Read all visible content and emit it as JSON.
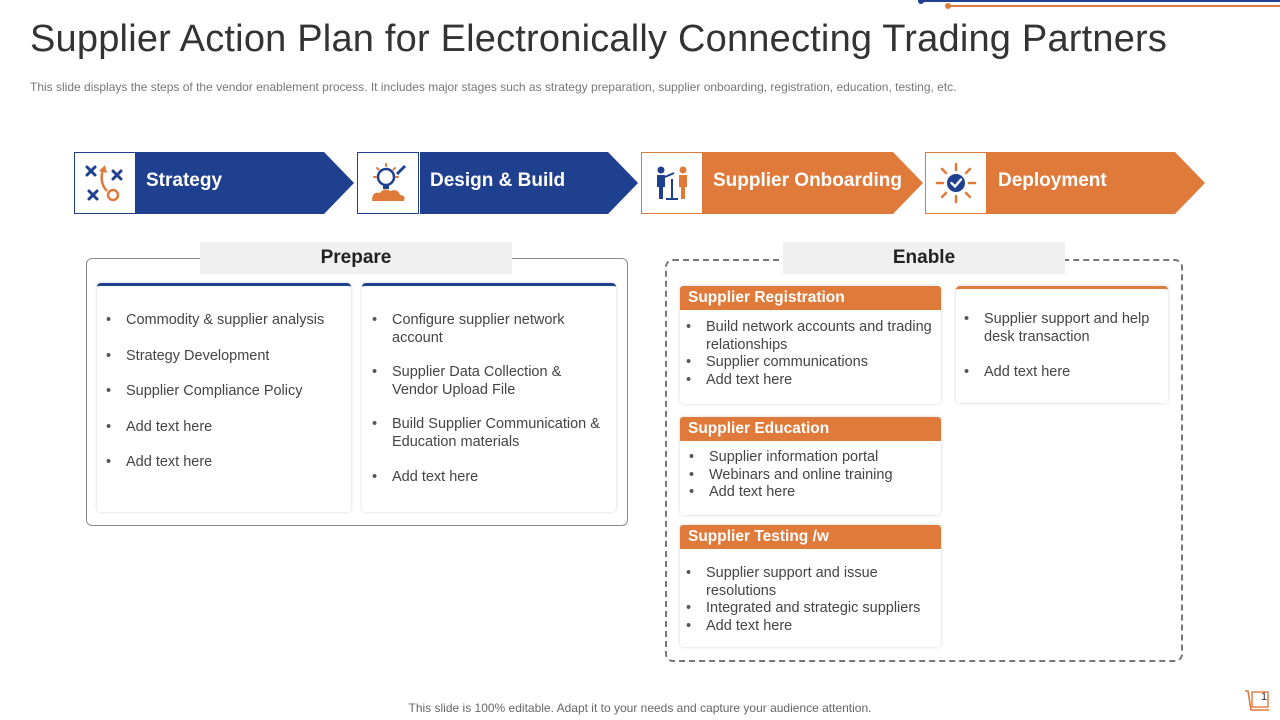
{
  "title": "Supplier Action Plan for Electronically Connecting Trading Partners",
  "subtitle": "This slide displays the steps of the vendor  enablement process. It includes major stages such as strategy preparation,  supplier onboarding, registration, education, testing, etc.",
  "colors": {
    "blue": "#1f3f8f",
    "orange": "#e07a3a"
  },
  "steps": [
    {
      "label": "Strategy",
      "icon": "strategy-icon",
      "color": "blue"
    },
    {
      "label": "Design & Build",
      "icon": "idea-bulb-icon",
      "color": "blue"
    },
    {
      "label": "Supplier Onboarding",
      "icon": "presentation-icon",
      "color": "orange"
    },
    {
      "label": "Deployment",
      "icon": "target-check-icon",
      "color": "orange"
    }
  ],
  "prepare": {
    "heading": "Prepare",
    "left_items": [
      "Commodity & supplier analysis",
      "Strategy Development",
      "Supplier Compliance Policy",
      "Add text here",
      "Add text here"
    ],
    "right_items": [
      "Configure supplier network account",
      "Supplier Data Collection & Vendor Upload File",
      "Build Supplier Communication & Education materials",
      "Add text here"
    ]
  },
  "enable": {
    "heading": "Enable",
    "registration": {
      "title": "Supplier Registration",
      "items": [
        "Build network accounts and trading relationships",
        "Supplier communications",
        "Add text here"
      ]
    },
    "education": {
      "title": "Supplier Education",
      "items": [
        "Supplier information portal",
        "Webinars and online training",
        "Add text here"
      ]
    },
    "testing": {
      "title": "Supplier Testing /w",
      "items": [
        "Supplier support and issue resolutions",
        "Integrated and strategic suppliers",
        "Add text here"
      ]
    },
    "support_items": [
      "Supplier support and help desk transaction",
      "Add text here"
    ]
  },
  "footer": "This slide is 100% editable. Adapt it to your  needs and capture your audience attention.",
  "page_number": "1"
}
